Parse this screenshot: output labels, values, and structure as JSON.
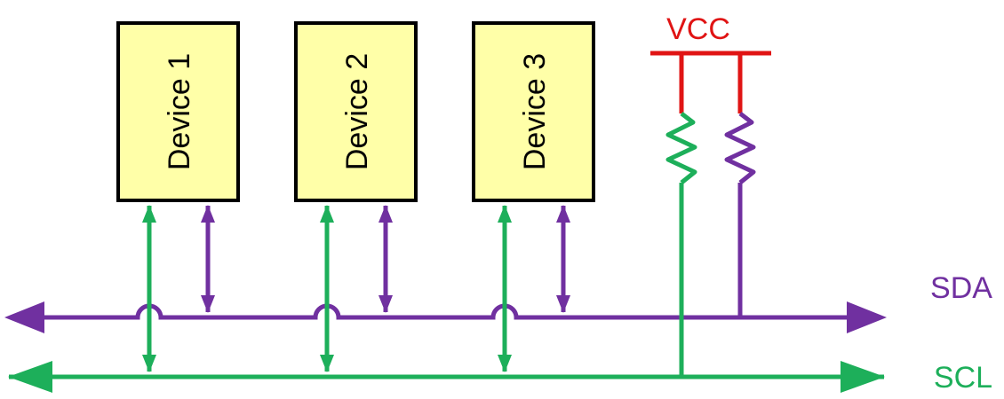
{
  "devices": [
    {
      "label": "Device 1"
    },
    {
      "label": "Device 2"
    },
    {
      "label": "Device 3"
    }
  ],
  "labels": {
    "vcc": "VCC",
    "sda": "SDA",
    "scl": "SCL"
  },
  "colors": {
    "device_fill": "#FFFFA8",
    "device_stroke": "#000000",
    "sda": "#7030A0",
    "scl": "#1DAF5A",
    "vcc": "#E01414",
    "text": "#000000"
  }
}
